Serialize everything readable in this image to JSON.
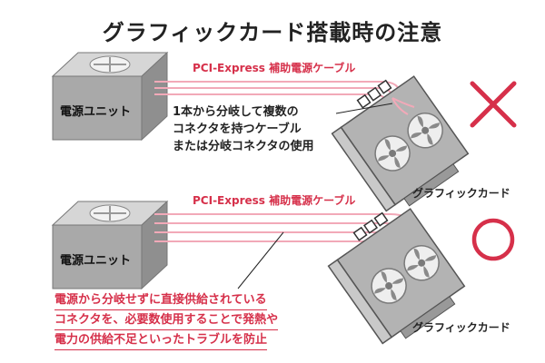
{
  "title": "グラフィックカード搭載時の注意",
  "top": {
    "cable_label": "PCI-Express 補助電源ケーブル",
    "psu_label": "電源ユニット",
    "note_lines": [
      "1本から分岐して複数の",
      "コネクタを持つケーブル",
      "または分岐コネクタの使用"
    ],
    "gpu_label": "グラフィックカード",
    "verdict_icon": "cross-mark-icon"
  },
  "bottom": {
    "cable_label": "PCI-Express 補助電源ケーブル",
    "psu_label": "電源ユニット",
    "note_lines": [
      "電源から分岐せずに直接供給されている",
      "コネクタを、必要数使用することで発熱や",
      "電力の供給不足といったトラブルを防止"
    ],
    "gpu_label": "グラフィックカード",
    "verdict_icon": "circle-mark-icon"
  },
  "colors": {
    "accent_red": "#d6304a",
    "cable_pink": "#f2a9b8",
    "box_gray": "#a9a9a9",
    "card_gray": "#b3b3b3"
  }
}
